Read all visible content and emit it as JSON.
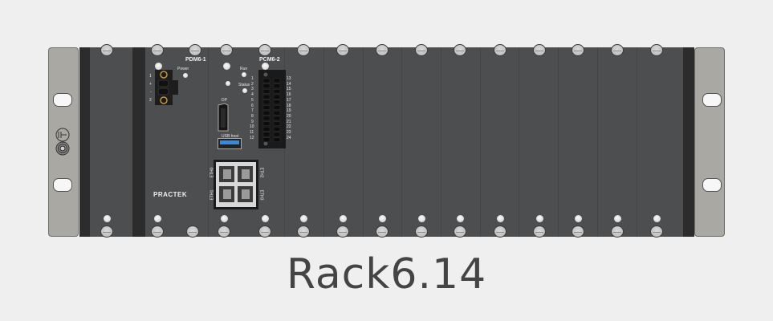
{
  "rack": {
    "title": "Rack6.14",
    "brand": "PRACTEK",
    "colors": {
      "background": "#efefef",
      "ear": "#a9a8a3",
      "panel": "#4d4e50",
      "chassis": "#2c2c2c",
      "usb": "#3a8ad8"
    }
  },
  "modules": {
    "pdm": {
      "name": "PDM6-1",
      "power_label": "Power",
      "terminal_labels": [
        "1",
        "+",
        "-",
        "2"
      ]
    },
    "pcm": {
      "name": "PCM6-2",
      "run_label": "Run",
      "status_label": "Status",
      "dp_label": "DP",
      "usb_label": "USB host",
      "connector_left_pins": [
        "1",
        "2",
        "3",
        "4",
        "5",
        "6",
        "7",
        "8",
        "9",
        "10",
        "11",
        "12"
      ],
      "connector_right_pins": [
        "13",
        "14",
        "15",
        "16",
        "17",
        "18",
        "19",
        "20",
        "21",
        "22",
        "23",
        "24"
      ],
      "eth_labels": [
        "ETH0",
        "ETH1",
        "ETH2",
        "ETH3"
      ]
    }
  },
  "icons": {
    "ground": "ground-symbol-icon",
    "screw": "panel-screw-icon",
    "led": "status-led-icon"
  }
}
